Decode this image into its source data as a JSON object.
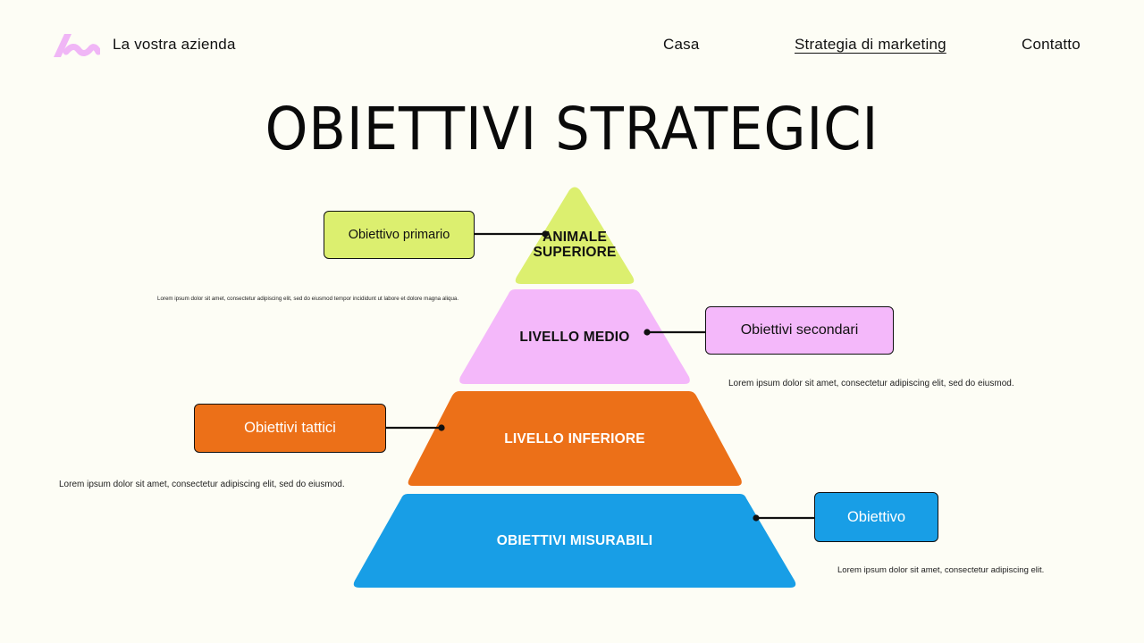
{
  "header": {
    "brand": "La vostra azienda",
    "logo_icon": "wave-logo-icon",
    "nav": [
      {
        "label": "Casa",
        "active": false
      },
      {
        "label": "Strategia di marketing",
        "active": true
      },
      {
        "label": "Contatto",
        "active": false
      }
    ]
  },
  "title": "OBIETTIVI STRATEGICI",
  "pyramid": {
    "levels": [
      {
        "label_line1": "ANIMALE",
        "label_line2": "SUPERIORE",
        "color": "#dcef6f",
        "text_color": "#111111"
      },
      {
        "label": "LIVELLO MEDIO",
        "color": "#f4b8fa",
        "text_color": "#111111"
      },
      {
        "label": "LIVELLO INFERIORE",
        "color": "#ec7018",
        "text_color": "#ffffff"
      },
      {
        "label": "OBIETTIVI MISURABILI",
        "color": "#189ee6",
        "text_color": "#ffffff"
      }
    ]
  },
  "callouts": [
    {
      "label": "Obiettivo primario",
      "color": "#dcef6f",
      "text_color": "#111111"
    },
    {
      "label": "Obiettivi secondari",
      "color": "#f4b8fa",
      "text_color": "#111111"
    },
    {
      "label": "Obiettivi tattici",
      "color": "#ec7018",
      "text_color": "#ffffff"
    },
    {
      "label": "Obiettivo",
      "color": "#189ee6",
      "text_color": "#ffffff"
    }
  ],
  "descriptions": [
    "Lorem ipsum dolor sit amet, consectetur adipiscing elit, sed do eiusmod tempor incididunt ut labore et dolore magna aliqua.",
    "Lorem ipsum dolor sit amet, consectetur adipiscing elit, sed do eiusmod.",
    "Lorem ipsum dolor sit amet, consectetur adipiscing elit, sed do eiusmod.",
    "Lorem ipsum dolor sit amet, consectetur adipiscing elit."
  ]
}
